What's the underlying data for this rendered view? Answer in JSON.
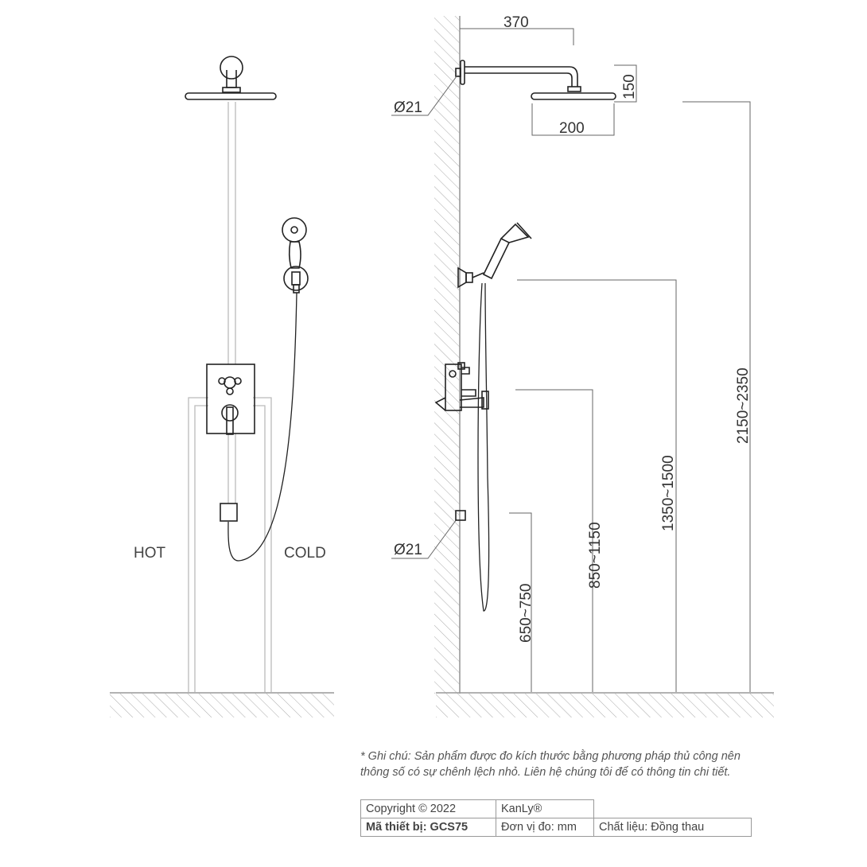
{
  "front_view": {
    "hot_label": "HOT",
    "cold_label": "COLD"
  },
  "side_view": {
    "arm_length": "370",
    "head_height": "150",
    "head_diameter": "200",
    "top_inlet_diameter": "Ø21",
    "bottom_inlet_diameter": "Ø21",
    "head_height_range": "2150~2350",
    "holder_height_range": "1350~1500",
    "mixer_height_range": "850~1150",
    "outlet_height_range": "650~750"
  },
  "note": "* Ghi chú: Sản phẩm được đo kích thước bằng phương pháp thủ công nên thông số có sự chênh lệch nhỏ. Liên hệ chúng tôi để có thông tin chi tiết.",
  "info_table": {
    "copyright": "Copyright © 2022",
    "brand": "KanLy®",
    "model": "Mã thiết bị: GCS75",
    "unit": "Đơn vị đo: mm",
    "material": "Chất liệu: Đồng thau"
  }
}
